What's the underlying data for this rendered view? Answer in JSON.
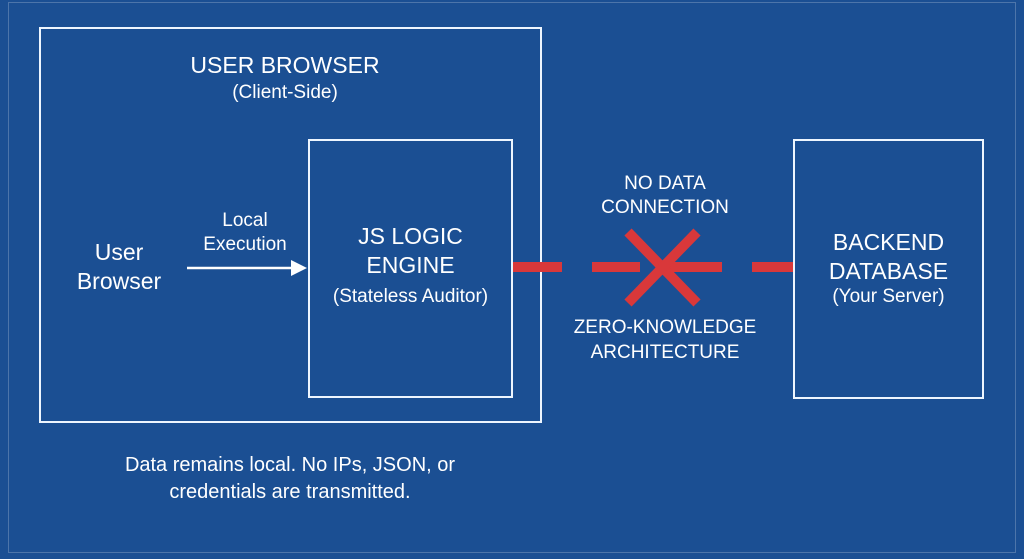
{
  "diagram": {
    "client_box": {
      "title": "USER BROWSER",
      "subtitle": "(Client-Side)"
    },
    "user_node": {
      "line1": "User",
      "line2": "Browser"
    },
    "arrow_label": {
      "line1": "Local",
      "line2": "Execution"
    },
    "engine_box": {
      "line1": "JS LOGIC",
      "line2": "ENGINE",
      "subtitle": "(Stateless Auditor)"
    },
    "connection": {
      "status_line1": "NO DATA",
      "status_line2": "CONNECTION",
      "caption_line1": "ZERO-KNOWLEDGE",
      "caption_line2": "ARCHITECTURE",
      "line_color": "#d9383a",
      "blocked_icon": "x-mark-icon"
    },
    "backend_box": {
      "line1": "BACKEND",
      "line2": "DATABASE",
      "subtitle": "(Your Server)"
    },
    "footnote": {
      "line1": "Data remains local. No IPs, JSON, or",
      "line2": "credentials are transmitted."
    }
  },
  "colors": {
    "background": "#1b4f93",
    "stroke": "#eef6ff",
    "blocked": "#d9383a"
  }
}
